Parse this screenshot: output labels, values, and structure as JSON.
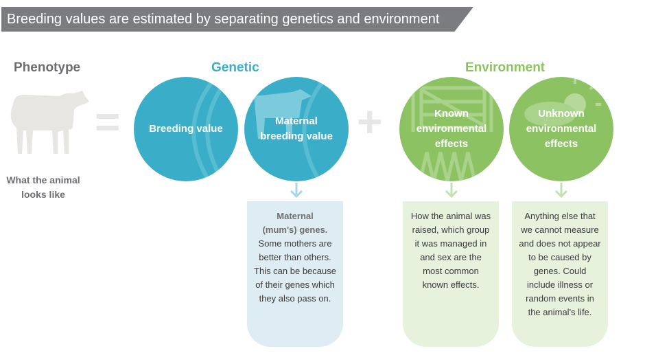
{
  "title": "Breeding values are estimated by separating genetics and environment",
  "phenotype": {
    "heading": "Phenotype",
    "description": "What the animal looks like"
  },
  "operators": {
    "equals": "=",
    "plus": "+"
  },
  "genetic": {
    "heading": "Genetic",
    "breeding_value": "Breeding value",
    "maternal": "Maternal breeding value",
    "maternal_desc_bold": "Maternal (mum's) genes.",
    "maternal_desc": "Some mothers are better than others. This can be because of their genes which they also pass on."
  },
  "environment": {
    "heading": "Environment",
    "known": "Known environmental effects",
    "unknown": "Unknown environmental effects",
    "known_desc": "How the animal was raised, which group it was managed in and sex are the most common known effects.",
    "unknown_desc": "Anything else that we cannot measure and does not appear to be caused by genes. Could include illness or random events in the animal's life."
  },
  "colors": {
    "genetic": "#3aaec8",
    "environment": "#8dc263",
    "banner": "#7b7c80"
  }
}
